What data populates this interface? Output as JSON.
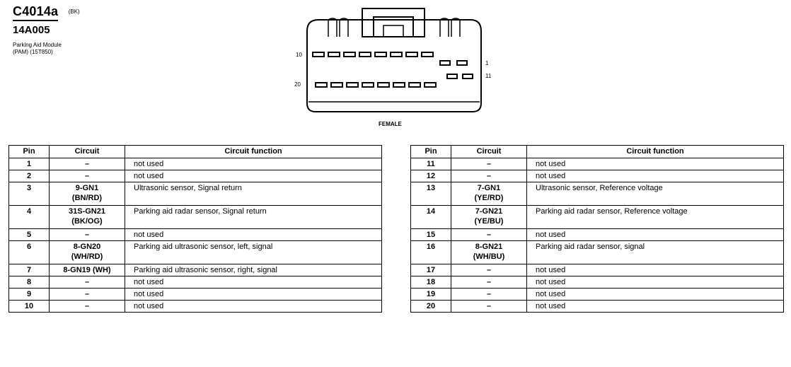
{
  "header": {
    "connector_id": "C4014a",
    "connector_color": "(BK)",
    "part_number": "14A005",
    "module_name_line1": "Parking Aid Module",
    "module_name_line2": "(PAM) (15T850)"
  },
  "connector": {
    "pin_label_10": "10",
    "pin_label_1": "1",
    "pin_label_20": "20",
    "pin_label_11": "11",
    "gender_label": "FEMALE"
  },
  "table_headers": {
    "pin": "Pin",
    "circuit": "Circuit",
    "function": "Circuit function"
  },
  "table_left": {
    "rows": [
      {
        "pin": "1",
        "circuit": "–",
        "function": "not used"
      },
      {
        "pin": "2",
        "circuit": "–",
        "function": "not used"
      },
      {
        "pin": "3",
        "circuit": "9-GN1",
        "circuit2": "(BN/RD)",
        "function": "Ultrasonic sensor, Signal return"
      },
      {
        "pin": "4",
        "circuit": "31S-GN21",
        "circuit2": "(BK/OG)",
        "function": "Parking aid radar sensor, Signal return"
      },
      {
        "pin": "5",
        "circuit": "–",
        "function": "not used"
      },
      {
        "pin": "6",
        "circuit": "8-GN20",
        "circuit2": "(WH/RD)",
        "function": "Parking aid ultrasonic sensor, left, signal"
      },
      {
        "pin": "7",
        "circuit": "8-GN19 (WH)",
        "function": "Parking aid ultrasonic sensor, right, signal"
      },
      {
        "pin": "8",
        "circuit": "–",
        "function": "not used"
      },
      {
        "pin": "9",
        "circuit": "–",
        "function": "not used"
      },
      {
        "pin": "10",
        "circuit": "–",
        "function": "not used"
      }
    ]
  },
  "table_right": {
    "rows": [
      {
        "pin": "11",
        "circuit": "–",
        "function": "not used"
      },
      {
        "pin": "12",
        "circuit": "–",
        "function": "not used"
      },
      {
        "pin": "13",
        "circuit": "7-GN1",
        "circuit2": "(YE/RD)",
        "function": "Ultrasonic sensor, Reference voltage"
      },
      {
        "pin": "14",
        "circuit": "7-GN21",
        "circuit2": "(YE/BU)",
        "function": "Parking aid radar sensor, Reference voltage"
      },
      {
        "pin": "15",
        "circuit": "–",
        "function": "not used"
      },
      {
        "pin": "16",
        "circuit": "8-GN21",
        "circuit2": "(WH/BU)",
        "function": "Parking aid radar sensor, signal"
      },
      {
        "pin": "17",
        "circuit": "–",
        "function": "not used"
      },
      {
        "pin": "18",
        "circuit": "–",
        "function": "not used"
      },
      {
        "pin": "19",
        "circuit": "–",
        "function": "not used"
      },
      {
        "pin": "20",
        "circuit": "–",
        "function": "not used"
      }
    ]
  }
}
